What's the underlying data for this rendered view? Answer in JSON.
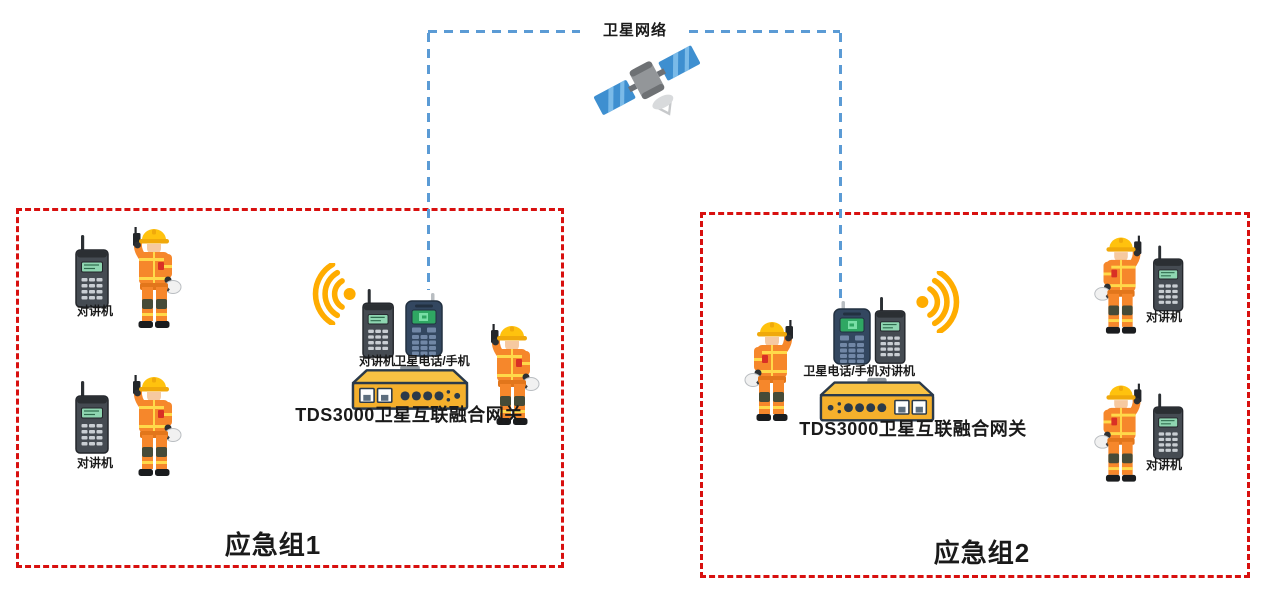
{
  "satellite": {
    "network_label": "卫星网络"
  },
  "labels": {
    "radio": "对讲机",
    "satphone": "卫星电话/手机",
    "gateway": "TDS3000卫星互联融合网关"
  },
  "groups": [
    {
      "name": "应急组1"
    },
    {
      "name": "应急组2"
    }
  ],
  "colors": {
    "box_red": "#d8100f",
    "link_blue": "#5b9bd5",
    "wifi_yellow": "#ffac00",
    "gateway_yellow": "#f5b02c",
    "suit_orange": "#f6872b",
    "text": "#1a1a1a"
  }
}
